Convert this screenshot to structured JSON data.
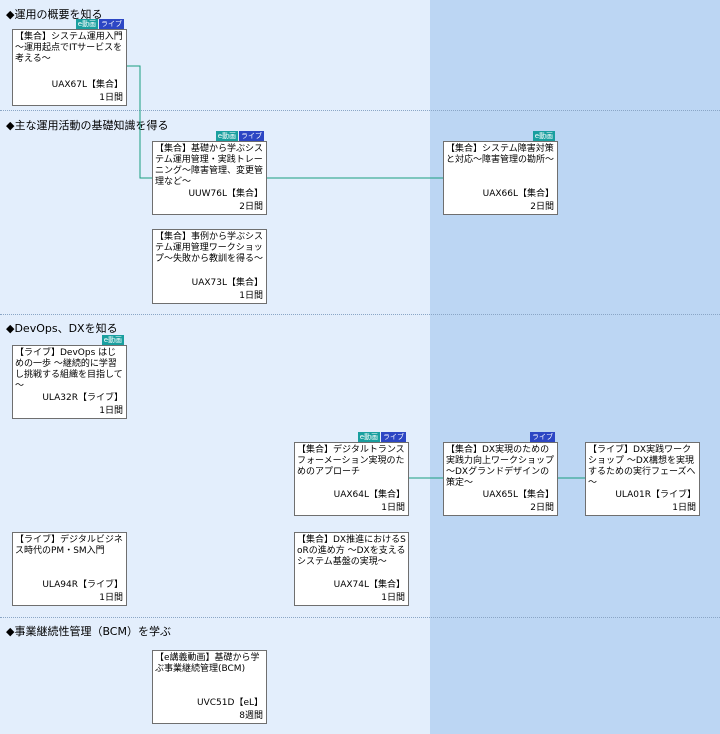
{
  "colors": {
    "left_bg": "#e3eefc",
    "right_bg": "#bcd6f3",
    "connector": "#1a9f7f",
    "e_badge": "#1a9f9f",
    "live_badge": "#2c46c4"
  },
  "badge_labels": {
    "e": "e動画",
    "live": "ライブ"
  },
  "sections": [
    {
      "title": "◆運用の概要を知る"
    },
    {
      "title": "◆主な運用活動の基礎知識を得る"
    },
    {
      "title": "◆DevOps、DXを知る"
    },
    {
      "title": "◆事業継続性管理（BCM）を学ぶ"
    }
  ],
  "courses": [
    {
      "id": "UAX67L",
      "title": "【集合】システム運用入門～運用起点でITサービスを考える～",
      "code": "UAX67L【集合】",
      "duration": "1日間",
      "badges": [
        "e",
        "live"
      ]
    },
    {
      "id": "UUW76L",
      "title": "【集合】基礎から学ぶシステム運用管理・実践トレーニング～障害管理、変更管理など～",
      "code": "UUW76L【集合】",
      "duration": "2日間",
      "badges": [
        "e",
        "live"
      ]
    },
    {
      "id": "UAX66L",
      "title": "【集合】システム障害対策と対応～障害管理の勘所～",
      "code": "UAX66L【集合】",
      "duration": "2日間",
      "badges": [
        "e"
      ]
    },
    {
      "id": "UAX73L",
      "title": "【集合】事例から学ぶシステム運用管理ワークショップ～失敗から教訓を得る～",
      "code": "UAX73L【集合】",
      "duration": "1日間",
      "badges": []
    },
    {
      "id": "ULA32R",
      "title": "【ライブ】DevOps はじめの一歩 ～継続的に学習し挑戦する組織を目指して～",
      "code": "ULA32R【ライブ】",
      "duration": "1日間",
      "badges": [
        "e"
      ]
    },
    {
      "id": "UAX64L",
      "title": "【集合】デジタルトランスフォーメーション実現のためのアプローチ",
      "code": "UAX64L【集合】",
      "duration": "1日間",
      "badges": [
        "e",
        "live"
      ]
    },
    {
      "id": "UAX65L",
      "title": "【集合】DX実現のための実践力向上ワークショップ ～DXグランドデザインの策定～",
      "code": "UAX65L【集合】",
      "duration": "2日間",
      "badges": [
        "live"
      ]
    },
    {
      "id": "ULA01R",
      "title": "【ライブ】DX実践ワークショップ ～DX構想を実現するための実行フェーズへ～",
      "code": "ULA01R【ライブ】",
      "duration": "1日間",
      "badges": []
    },
    {
      "id": "ULA94R",
      "title": "【ライブ】デジタルビジネス時代のPM・SM入門",
      "code": "ULA94R【ライブ】",
      "duration": "1日間",
      "badges": []
    },
    {
      "id": "UAX74L",
      "title": "【集合】DX推進におけるSoRの進め方 ～DXを支えるシステム基盤の実現～",
      "code": "UAX74L【集合】",
      "duration": "1日間",
      "badges": []
    },
    {
      "id": "UVC51D",
      "title": "【e講義動画】基礎から学ぶ事業継続管理(BCM)",
      "code": "UVC51D【eL】",
      "duration": "8週間",
      "badges": []
    }
  ]
}
